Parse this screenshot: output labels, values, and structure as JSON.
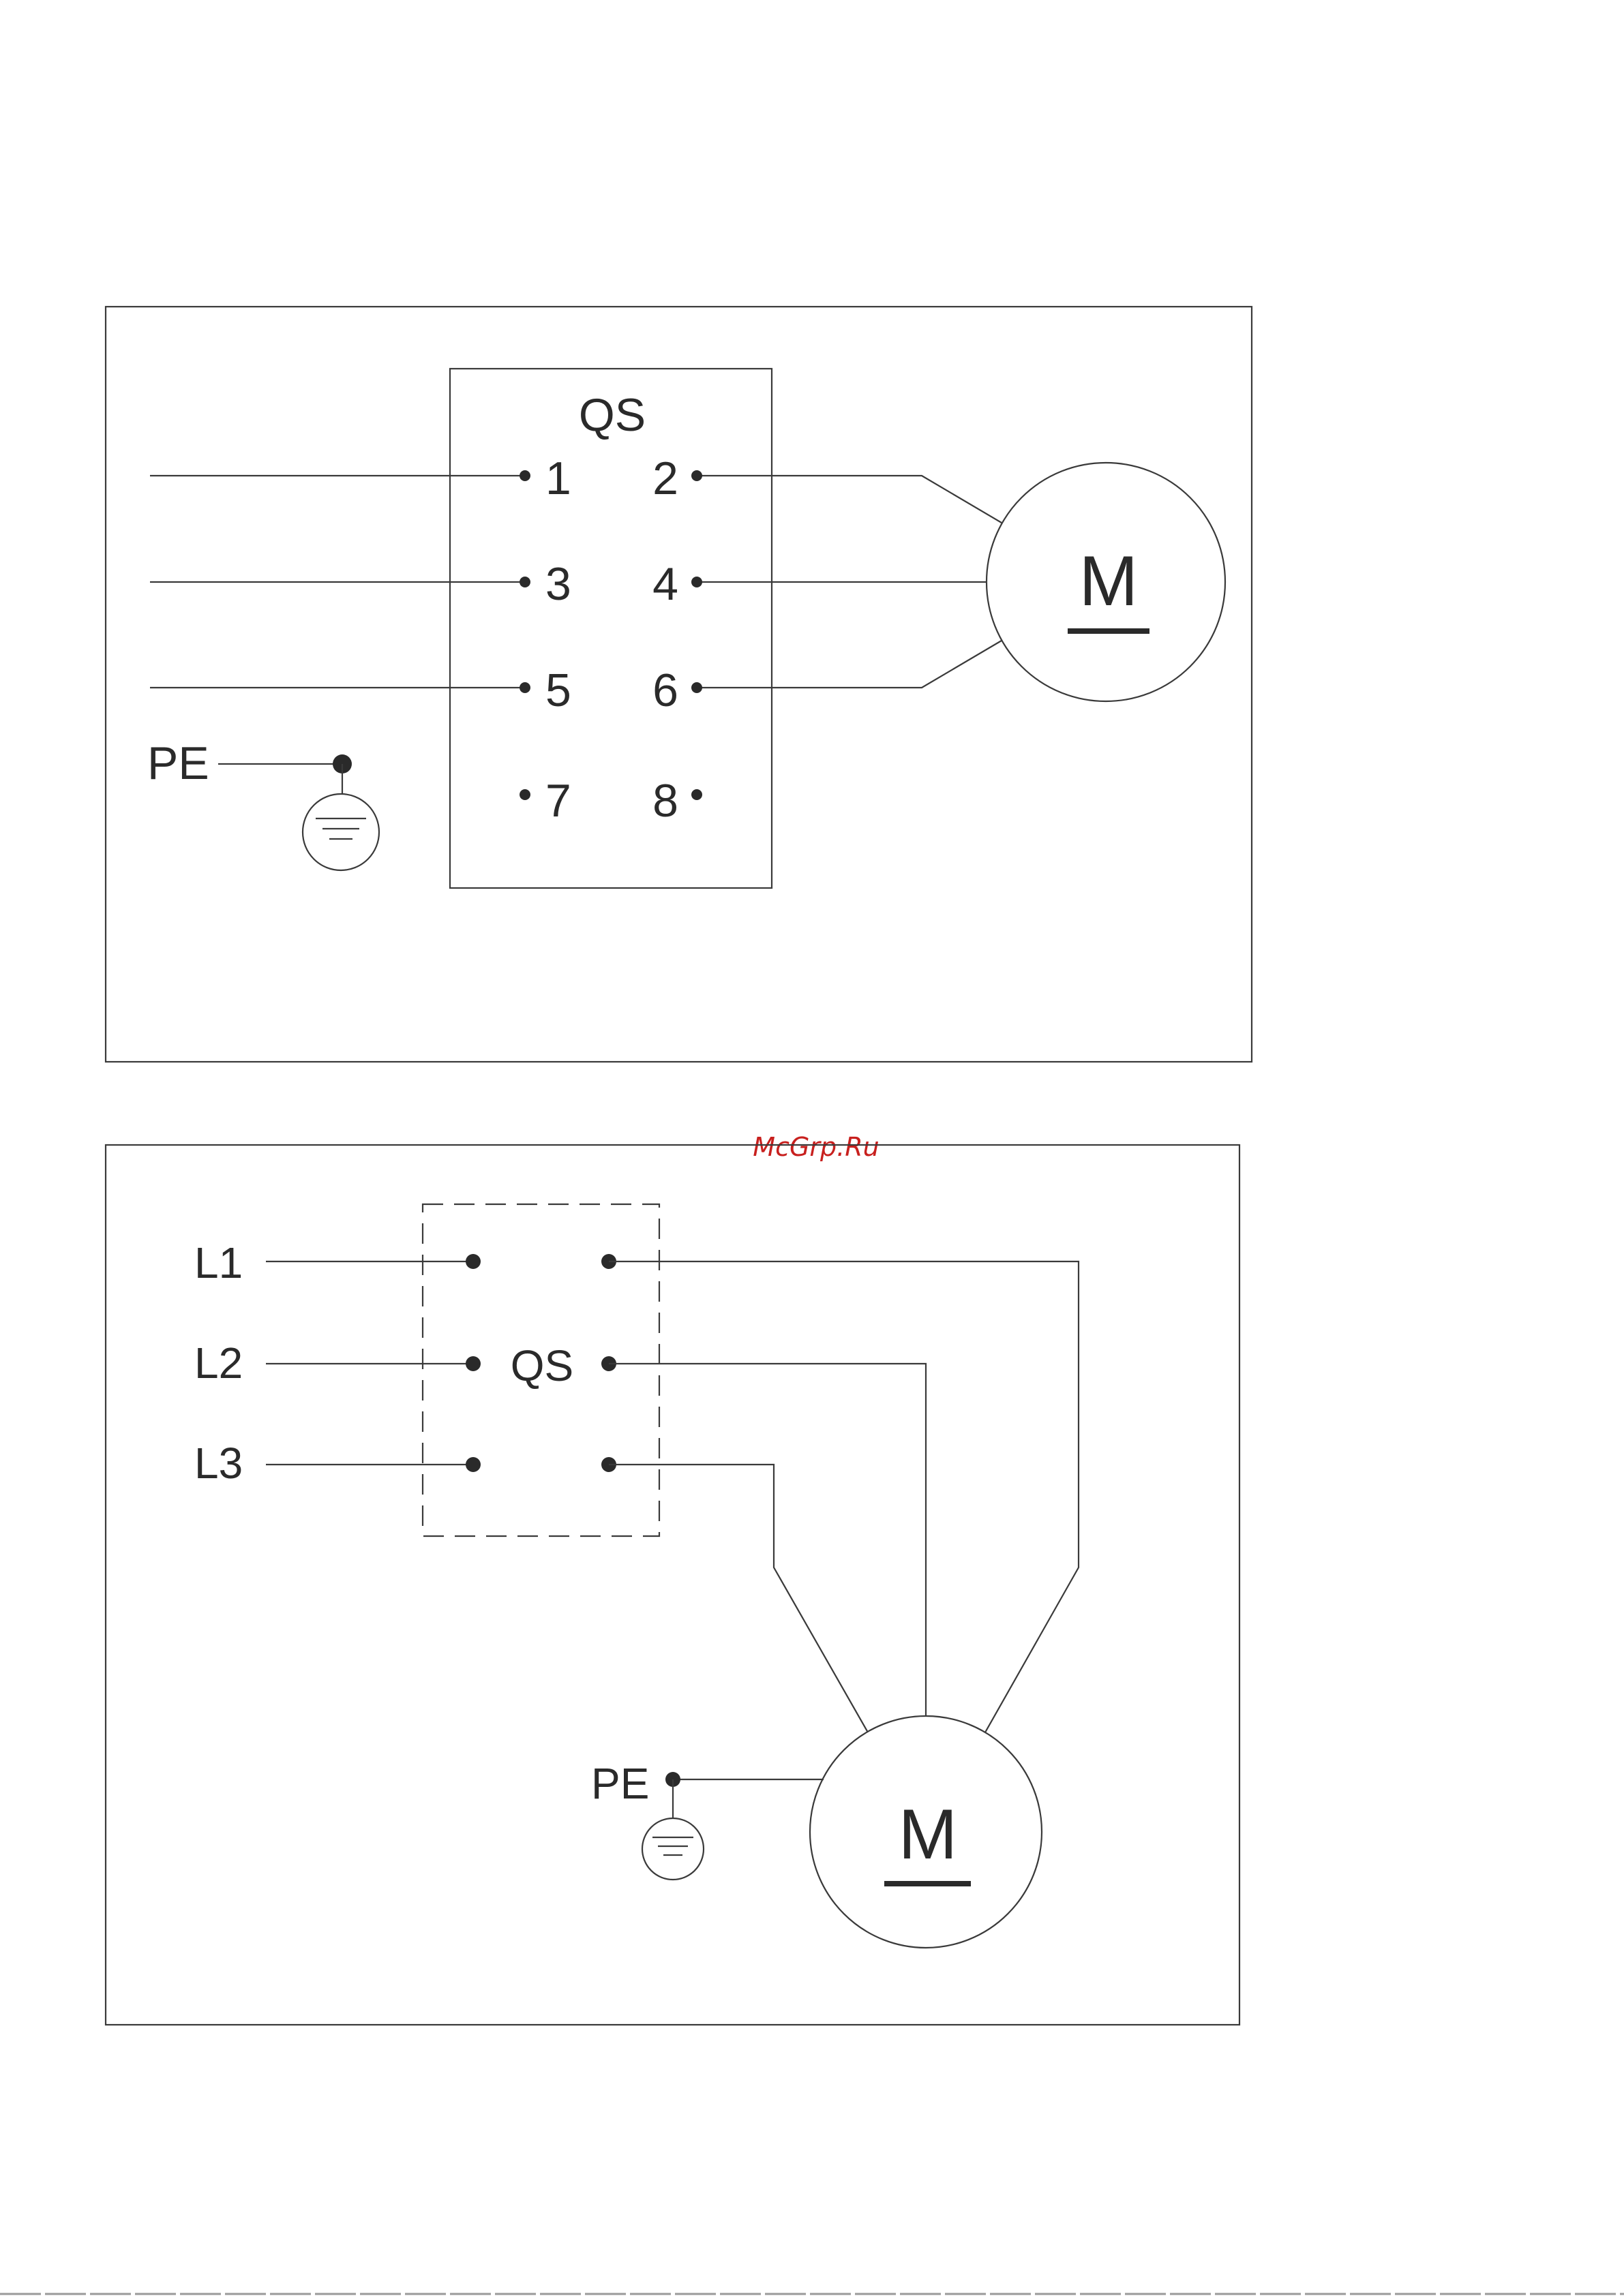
{
  "watermark": "McGrp.Ru",
  "diagram_top": {
    "switch_label": "QS",
    "terminals": [
      "1",
      "2",
      "3",
      "4",
      "5",
      "6",
      "7",
      "8"
    ],
    "earth_label": "PE",
    "motor_label": "M"
  },
  "diagram_bottom": {
    "switch_label": "QS",
    "lines": [
      "L1",
      "L2",
      "L3"
    ],
    "earth_label": "PE",
    "motor_label": "M"
  },
  "colors": {
    "line": "#3a3a3a",
    "text": "#2a2a2a",
    "watermark": "#c8201e"
  }
}
